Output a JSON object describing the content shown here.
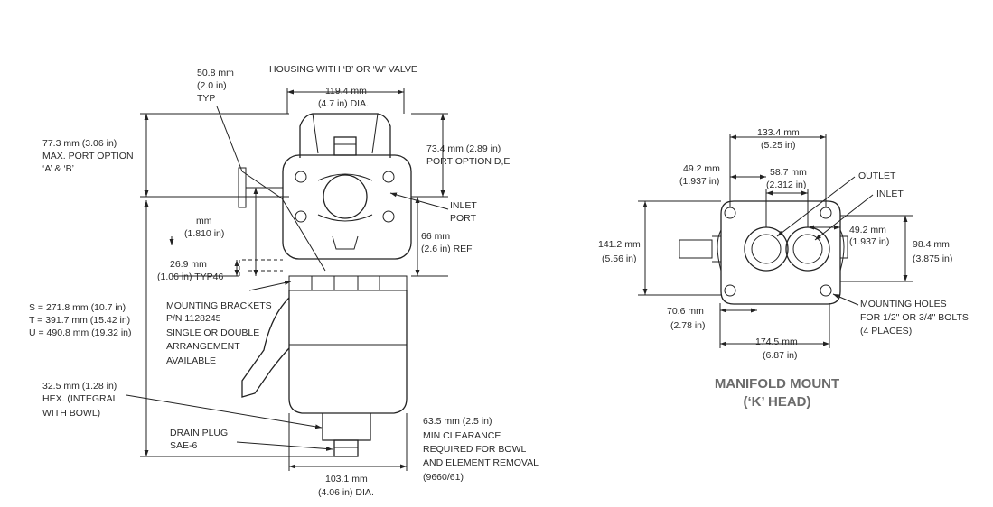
{
  "side_view": {
    "housing_label": "HOUSING WITH ‘B’ OR ‘W’ VALVE",
    "width_dim": [
      "119.4 mm",
      "(4.7 in) DIA."
    ],
    "port_typ": [
      "50.8 mm",
      "(2.0 in)",
      "TYP"
    ],
    "max_port": [
      "77.3 mm (3.06 in)",
      "MAX. PORT OPTION",
      "‘A’ & ‘B’"
    ],
    "port_de": [
      "73.4 mm (2.89 in)",
      "PORT OPTION D,E"
    ],
    "inlet_port": [
      "INLET",
      "PORT"
    ],
    "bracket_dim": [
      "mm",
      "(1.810 in)"
    ],
    "ref_dim": [
      "66 mm",
      "(2.6 in) REF"
    ],
    "typ46": [
      "26.9 mm",
      "(1.06 in) TYP46"
    ],
    "lengths": [
      "S = 271.8 mm (10.7 in)",
      "T = 391.7 mm (15.42 in)",
      "U = 490.8 mm (19.32 in)"
    ],
    "brackets": [
      "MOUNTING BRACKETS",
      "P/N 1128245",
      "SINGLE OR DOUBLE",
      "ARRANGEMENT",
      "AVAILABLE"
    ],
    "hex": [
      "32.5 mm (1.28 in)",
      "HEX. (INTEGRAL",
      "WITH BOWL)"
    ],
    "drain": [
      "DRAIN PLUG",
      "SAE-6"
    ],
    "clearance": [
      "63.5 mm (2.5 in)",
      "MIN CLEARANCE",
      "REQUIRED FOR BOWL",
      "AND ELEMENT REMOVAL",
      "(9660/61)"
    ],
    "bowl_dim": [
      "103.1 mm",
      "(4.06 in) DIA."
    ]
  },
  "manifold_view": {
    "title": [
      "MANIFOLD MOUNT",
      "(‘K’ HEAD)"
    ],
    "width_top": [
      "133.4 mm",
      "(5.25 in)"
    ],
    "left_offset": [
      "49.2 mm",
      "(1.937 in)"
    ],
    "center_dist": [
      "58.7 mm",
      "(2.312 in)"
    ],
    "outlet": "OUTLET",
    "inlet": "INLET",
    "right_offset": [
      "49.2 mm",
      "(1.937 in)"
    ],
    "height_left": [
      "141.2 mm",
      "(5.56 in)"
    ],
    "height_right": [
      "98.4 mm",
      "(3.875 in)"
    ],
    "bottom_offset": [
      "70.6 mm",
      "(2.78 in)"
    ],
    "mounting_holes": [
      "MOUNTING HOLES",
      "FOR 1/2\" OR 3/4\" BOLTS",
      "(4 PLACES)"
    ],
    "width_bottom": [
      "174.5 mm",
      "(6.87 in)"
    ]
  }
}
